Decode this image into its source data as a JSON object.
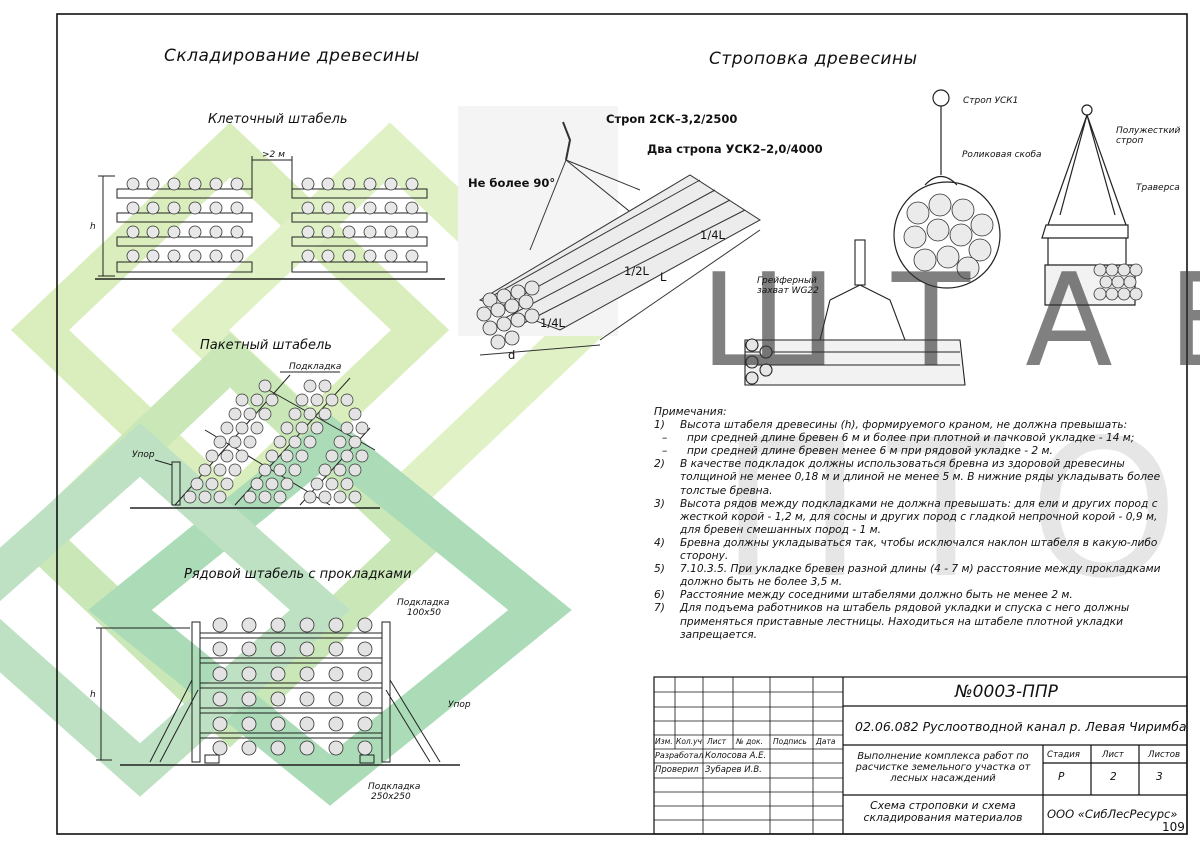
{
  "headers": {
    "storage_title": "Складирование древесины",
    "slinging_title": "Строповка древесины"
  },
  "storage": {
    "cage_stack": {
      "title": "Клеточный штабель",
      "gap": ">2 м",
      "height": "h"
    },
    "package_stack": {
      "title": "Пакетный штабель",
      "pad": "Подкладка",
      "stop": "Упор"
    },
    "row_stack": {
      "title": "Рядовой штабель с прокладками",
      "pad_top": "Подкладка",
      "pad_top_size": "100х50",
      "stop": "Упор",
      "height": "h",
      "pad_bottom": "Подкладка",
      "pad_bottom_size": "250х250"
    }
  },
  "slinging": {
    "sling_1": "Строп 2СК–3,2/2500",
    "sling_2": "Два стропа УСК2–2,0/4000",
    "angle": "Не более 90°",
    "quarter_top": "1/4L",
    "half": "1/2L",
    "length": "L",
    "quarter_bottom": "1/4L",
    "diameter": "d",
    "grab": "Грейферный захват WG22",
    "sling_usk": "Строп УСК1",
    "roller": "Роликовая скоба",
    "semi_rigid": "Полужесткий строп",
    "traverse": "Траверса"
  },
  "watermark": {
    "line1": "ШТАБ",
    "line2": "ПТО"
  },
  "notes": {
    "title": "Примечания:",
    "items": [
      {
        "n": "1)",
        "t": "Высота штабеля древесины (h), формируемого краном, не должна превышать:"
      },
      {
        "n": "–",
        "t": "при средней длине бревен 6 м и более при плотной и пачковой укладке - 14 м;"
      },
      {
        "n": "–",
        "t": "при средней длине бревен менее 6 м при рядовой укладке - 2 м."
      },
      {
        "n": "2)",
        "t": "В качестве подкладок должны использоваться бревна из здоровой древесины толщиной не менее 0,18 м и длиной не менее 5 м. В нижние ряды укладывать более толстые бревна."
      },
      {
        "n": "3)",
        "t": "Высота рядов между подкладками не должна превышать: для ели и других пород с жесткой корой - 1,2 м, для сосны и других пород с гладкой непрочной корой - 0,9 м, для бревен смешанных пород - 1 м."
      },
      {
        "n": "4)",
        "t": "Бревна должны укладываться так, чтобы исключался наклон штабеля в какую-либо сторону."
      },
      {
        "n": "5)",
        "t": "7.10.3.5. При укладке бревен разной длины (4 - 7 м) расстояние между прокладками должно быть не более 3,5 м."
      },
      {
        "n": "6)",
        "t": "Расстояние между соседними штабелями должно быть не менее 2 м."
      },
      {
        "n": "7)",
        "t": "Для подъема работников на штабель рядовой укладки и спуска с него должны применяться приставные лестницы. Находиться на штабеле плотной укладки запрещается."
      }
    ]
  },
  "title_block": {
    "doc_no": "№0003-ППР",
    "project": "02.06.082 Руслоотводной канал р. Левая Чиримба",
    "col_headers": [
      "Изм.",
      "Кол.уч",
      "Лист",
      "№ док.",
      "Подпись",
      "Дата"
    ],
    "developer_role": "Разработал",
    "developer": "Колосова А.Е.",
    "checker_role": "Проверил",
    "checker": "Зубарев И.В.",
    "work": "Выполнение комплекса работ по расчистке земельного участка от лесных насаждений",
    "stage_label": "Стадия",
    "sheet_label": "Лист",
    "sheets_label": "Листов",
    "stage": "Р",
    "sheet": "2",
    "sheets": "3",
    "drawing_name": "Схема строповки и схема складирования материалов",
    "company": "ООО «СибЛесРесурс»",
    "page": "109"
  }
}
